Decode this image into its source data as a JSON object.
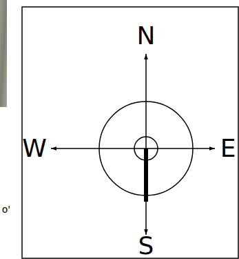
{
  "diagram": {
    "labels": [
      "N",
      "W",
      "E",
      "S",
      "o'"
    ]
  }
}
